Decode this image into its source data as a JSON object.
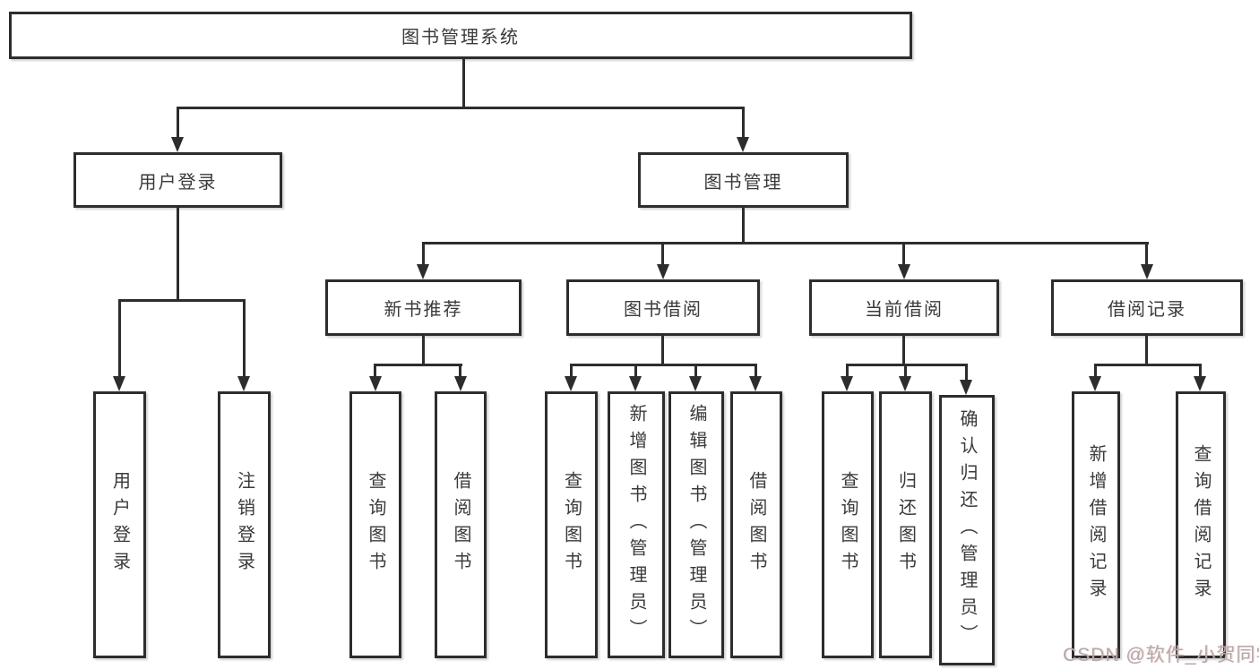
{
  "root": {
    "label": "图书管理系统"
  },
  "level2": [
    {
      "label": "用户登录"
    },
    {
      "label": "图书管理"
    }
  ],
  "level3": [
    {
      "label": "新书推荐"
    },
    {
      "label": "图书借阅"
    },
    {
      "label": "当前借阅"
    },
    {
      "label": "借阅记录"
    }
  ],
  "leaves": {
    "login": [
      "用户登录",
      "注销登录"
    ],
    "newbook": [
      "查询图书",
      "借阅图书"
    ],
    "borrow": [
      "查询图书",
      "新增图书（管理员）",
      "编辑图书（管理员）",
      "借阅图书"
    ],
    "current": [
      "查询图书",
      "归还图书",
      "确认归还（管理员）"
    ],
    "records": [
      "新增借阅记录",
      "查询借阅记录"
    ]
  },
  "watermark": {
    "text": "CSDN @软件_小贺同学"
  },
  "colors": {
    "line": "#2d2d2d",
    "text": "#3a3a3a",
    "background": "#ffffff",
    "watermark": "#b3abab"
  }
}
